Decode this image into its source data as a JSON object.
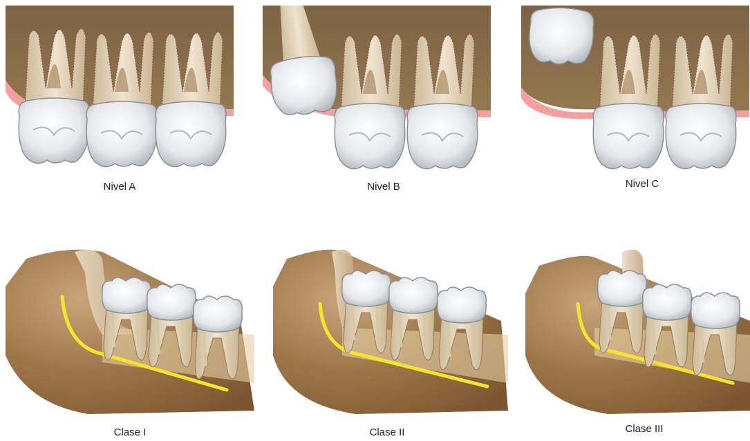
{
  "maxilar_panels": [
    {
      "caption": "Nivel A"
    },
    {
      "caption": "Nivel B"
    },
    {
      "caption": "Nivel C"
    }
  ],
  "mandibular_panels": [
    {
      "caption": "Clase I"
    },
    {
      "caption": "Clase II"
    },
    {
      "caption": "Clase III"
    }
  ],
  "colors": {
    "bone": "#8f7250",
    "gingiva": "#f4a0a0",
    "root": "#e2d3b8",
    "pulp": "#b09570",
    "crown": "#e6e9ec",
    "reference_line": "#f5e62a"
  }
}
